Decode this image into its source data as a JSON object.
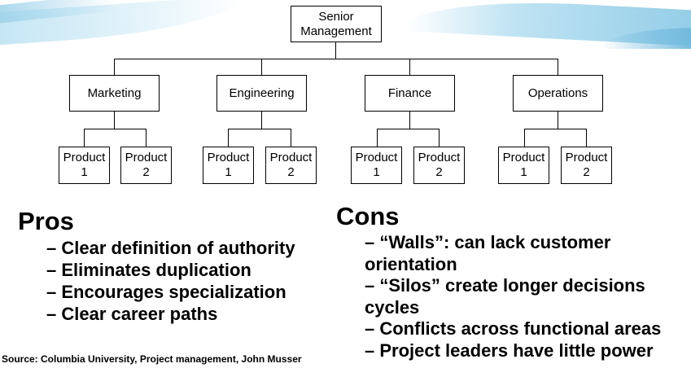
{
  "org_chart": {
    "top": "Senior\nManagement",
    "departments": [
      {
        "label": "Marketing",
        "products": [
          "Product\n1",
          "Product\n2"
        ]
      },
      {
        "label": "Engineering",
        "products": [
          "Product\n1",
          "Product\n2"
        ]
      },
      {
        "label": "Finance",
        "products": [
          "Product\n1",
          "Product\n2"
        ]
      },
      {
        "label": "Operations",
        "products": [
          "Product\n1",
          "Product\n2"
        ]
      }
    ]
  },
  "pros": {
    "title": "Pros",
    "items": [
      "– Clear definition of authority",
      "– Eliminates duplication",
      "– Encourages specialization",
      "– Clear career paths"
    ]
  },
  "cons": {
    "title": "Cons",
    "items": [
      "– “Walls”: can lack customer orientation",
      "– “Silos” create longer decisions cycles",
      "– Conflicts across functional areas",
      "– Project leaders have little power"
    ]
  },
  "source": "Source: Columbia University, Project management, John Musser"
}
